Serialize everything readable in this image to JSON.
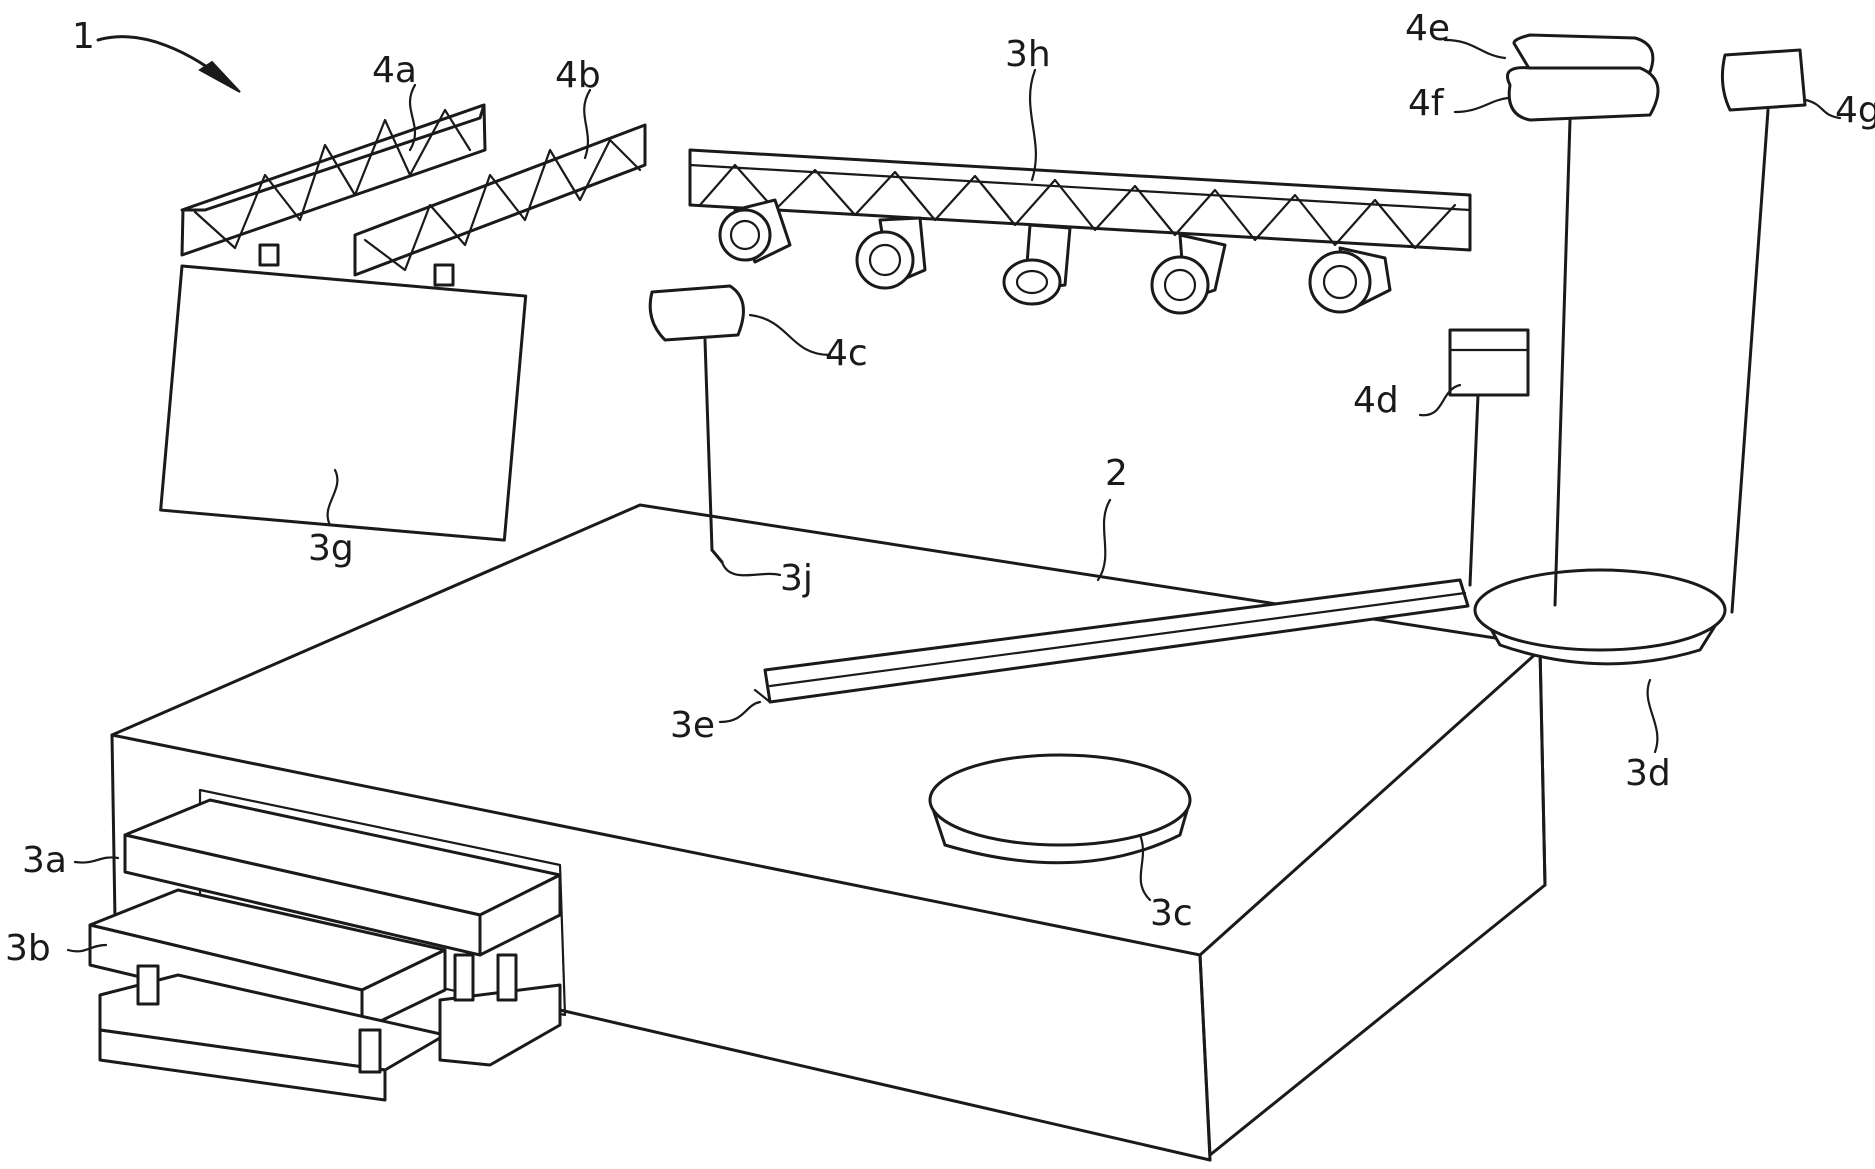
{
  "figure": {
    "ref_main": "1",
    "ref_stage": "2",
    "labels": {
      "a3": "3a",
      "b3": "3b",
      "c3": "3c",
      "d3": "3d",
      "e3": "3e",
      "g3": "3g",
      "h3": "3h",
      "j3": "3j",
      "a4": "4a",
      "b4": "4b",
      "c4": "4c",
      "d4": "4d",
      "e4": "4e",
      "f4": "4f",
      "g4": "4g"
    }
  }
}
